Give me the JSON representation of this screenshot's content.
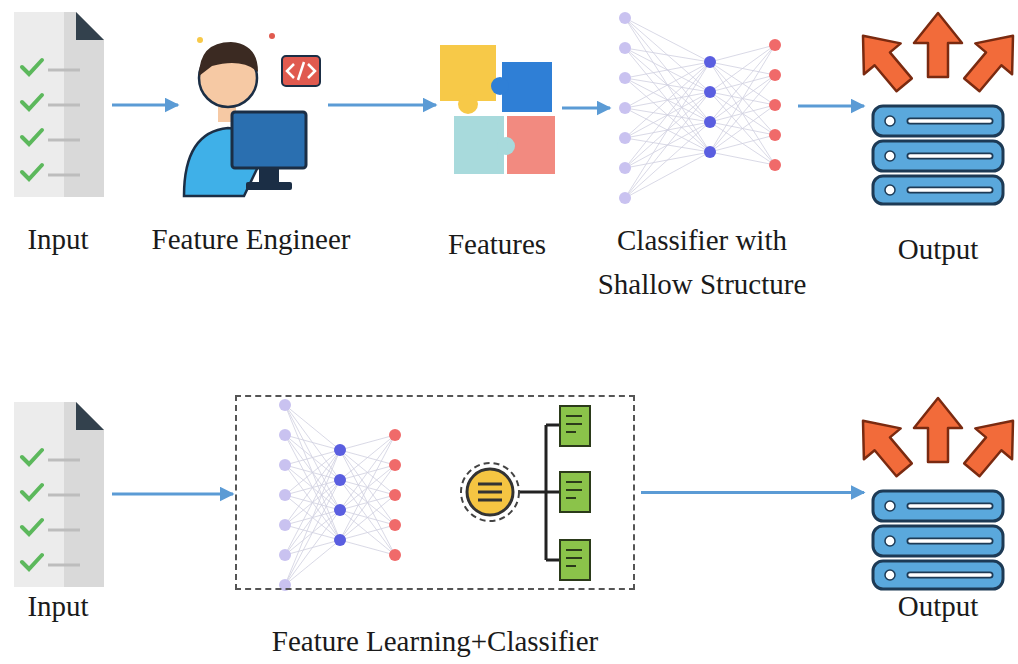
{
  "diagram": {
    "nodes": [
      {
        "text": [
          "Input"
        ]
      },
      {
        "text": [
          "Feature Engineer"
        ]
      },
      {
        "text": [
          "Features"
        ]
      },
      {
        "text": [
          "Classifier with Shallow Structure"
        ]
      },
      {
        "text": [
          "Output"
        ]
      },
      {
        "text": [
          "Input"
        ]
      },
      {
        "text": [
          "Feature Learning+Classifier"
        ]
      },
      {
        "text": [
          "Output"
        ]
      }
    ],
    "edges": [
      {
        "from": 0,
        "to": 1,
        "arrow": "to"
      },
      {
        "from": 1,
        "to": 2,
        "arrow": "to"
      },
      {
        "from": 2,
        "to": 3,
        "arrow": "to"
      },
      {
        "from": 3,
        "to": 4,
        "arrow": "to"
      },
      {
        "from": 5,
        "to": 6,
        "arrow": "to"
      },
      {
        "from": 6,
        "to": 7,
        "arrow": "to"
      }
    ]
  }
}
